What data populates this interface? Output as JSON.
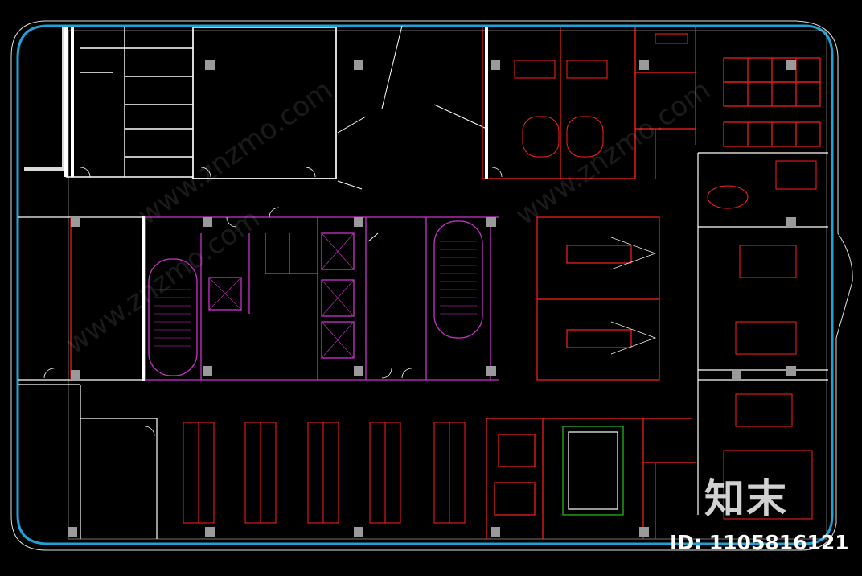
{
  "drawing": {
    "colors": {
      "background": "#000000",
      "outer_boundary": "#1fa3d6",
      "wall": "#ffffff",
      "core": "#cc33cc",
      "furniture": "#ff2020",
      "label": "#ffff00",
      "door": "#ffffff",
      "column": "#9a9a9a",
      "table": "#23c023"
    }
  },
  "watermark": {
    "logo_text": "知末",
    "id_text": "ID: 1105816121",
    "url_text": "www.znzmo.com"
  }
}
